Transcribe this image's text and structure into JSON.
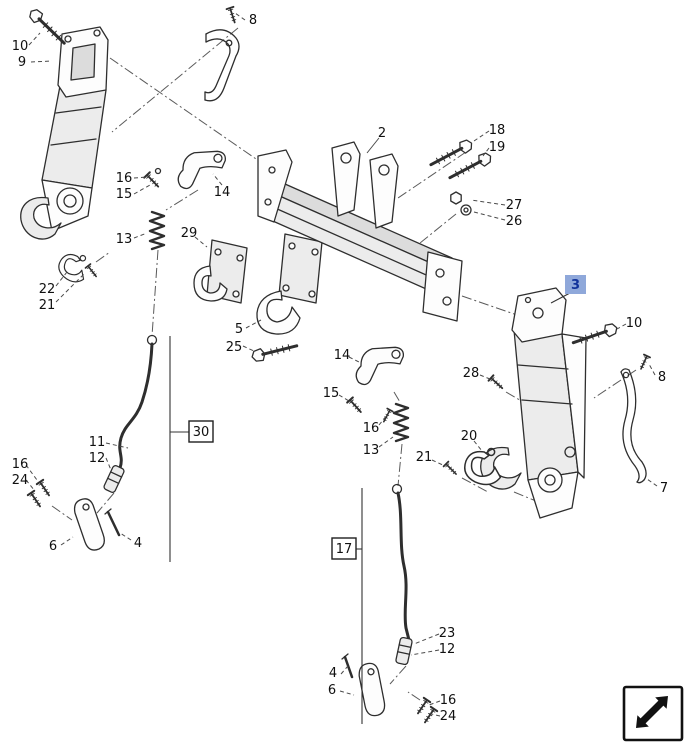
{
  "diagram": {
    "type": "exploded-parts-diagram",
    "background": "#ffffff",
    "colors": {
      "line": "#2e2e2e",
      "leader": "#4a4a4a",
      "highlight_bg": "#8fa8da",
      "highlight_text": "#12339b"
    },
    "selected_callout": "3",
    "group_callouts": [
      "30",
      "17"
    ],
    "callouts": [
      {
        "label": "10",
        "style": "plain"
      },
      {
        "label": "9",
        "style": "plain"
      },
      {
        "label": "8",
        "style": "plain"
      },
      {
        "label": "16",
        "style": "plain"
      },
      {
        "label": "15",
        "style": "plain"
      },
      {
        "label": "14",
        "style": "plain"
      },
      {
        "label": "13",
        "style": "plain"
      },
      {
        "label": "29",
        "style": "plain"
      },
      {
        "label": "22",
        "style": "plain"
      },
      {
        "label": "21",
        "style": "plain"
      },
      {
        "label": "2",
        "style": "plain"
      },
      {
        "label": "18",
        "style": "plain"
      },
      {
        "label": "19",
        "style": "plain"
      },
      {
        "label": "27",
        "style": "plain"
      },
      {
        "label": "26",
        "style": "plain"
      },
      {
        "label": "5",
        "style": "plain"
      },
      {
        "label": "25",
        "style": "plain"
      },
      {
        "label": "3",
        "style": "highlighted"
      },
      {
        "label": "10",
        "style": "plain"
      },
      {
        "label": "8",
        "style": "plain"
      },
      {
        "label": "28",
        "style": "plain"
      },
      {
        "label": "7",
        "style": "plain"
      },
      {
        "label": "20",
        "style": "plain"
      },
      {
        "label": "21",
        "style": "plain"
      },
      {
        "label": "14",
        "style": "plain"
      },
      {
        "label": "15",
        "style": "plain"
      },
      {
        "label": "16",
        "style": "plain"
      },
      {
        "label": "13",
        "style": "plain"
      },
      {
        "label": "30",
        "style": "boxed"
      },
      {
        "label": "11",
        "style": "plain"
      },
      {
        "label": "12",
        "style": "plain"
      },
      {
        "label": "16",
        "style": "plain"
      },
      {
        "label": "24",
        "style": "plain"
      },
      {
        "label": "6",
        "style": "plain"
      },
      {
        "label": "4",
        "style": "plain"
      },
      {
        "label": "17",
        "style": "boxed"
      },
      {
        "label": "23",
        "style": "plain"
      },
      {
        "label": "12",
        "style": "plain"
      },
      {
        "label": "4",
        "style": "plain"
      },
      {
        "label": "6",
        "style": "plain"
      },
      {
        "label": "16",
        "style": "plain"
      },
      {
        "label": "24",
        "style": "plain"
      }
    ],
    "corner_nav": {
      "icon_name": "diagonal-double-arrow-icon"
    }
  }
}
